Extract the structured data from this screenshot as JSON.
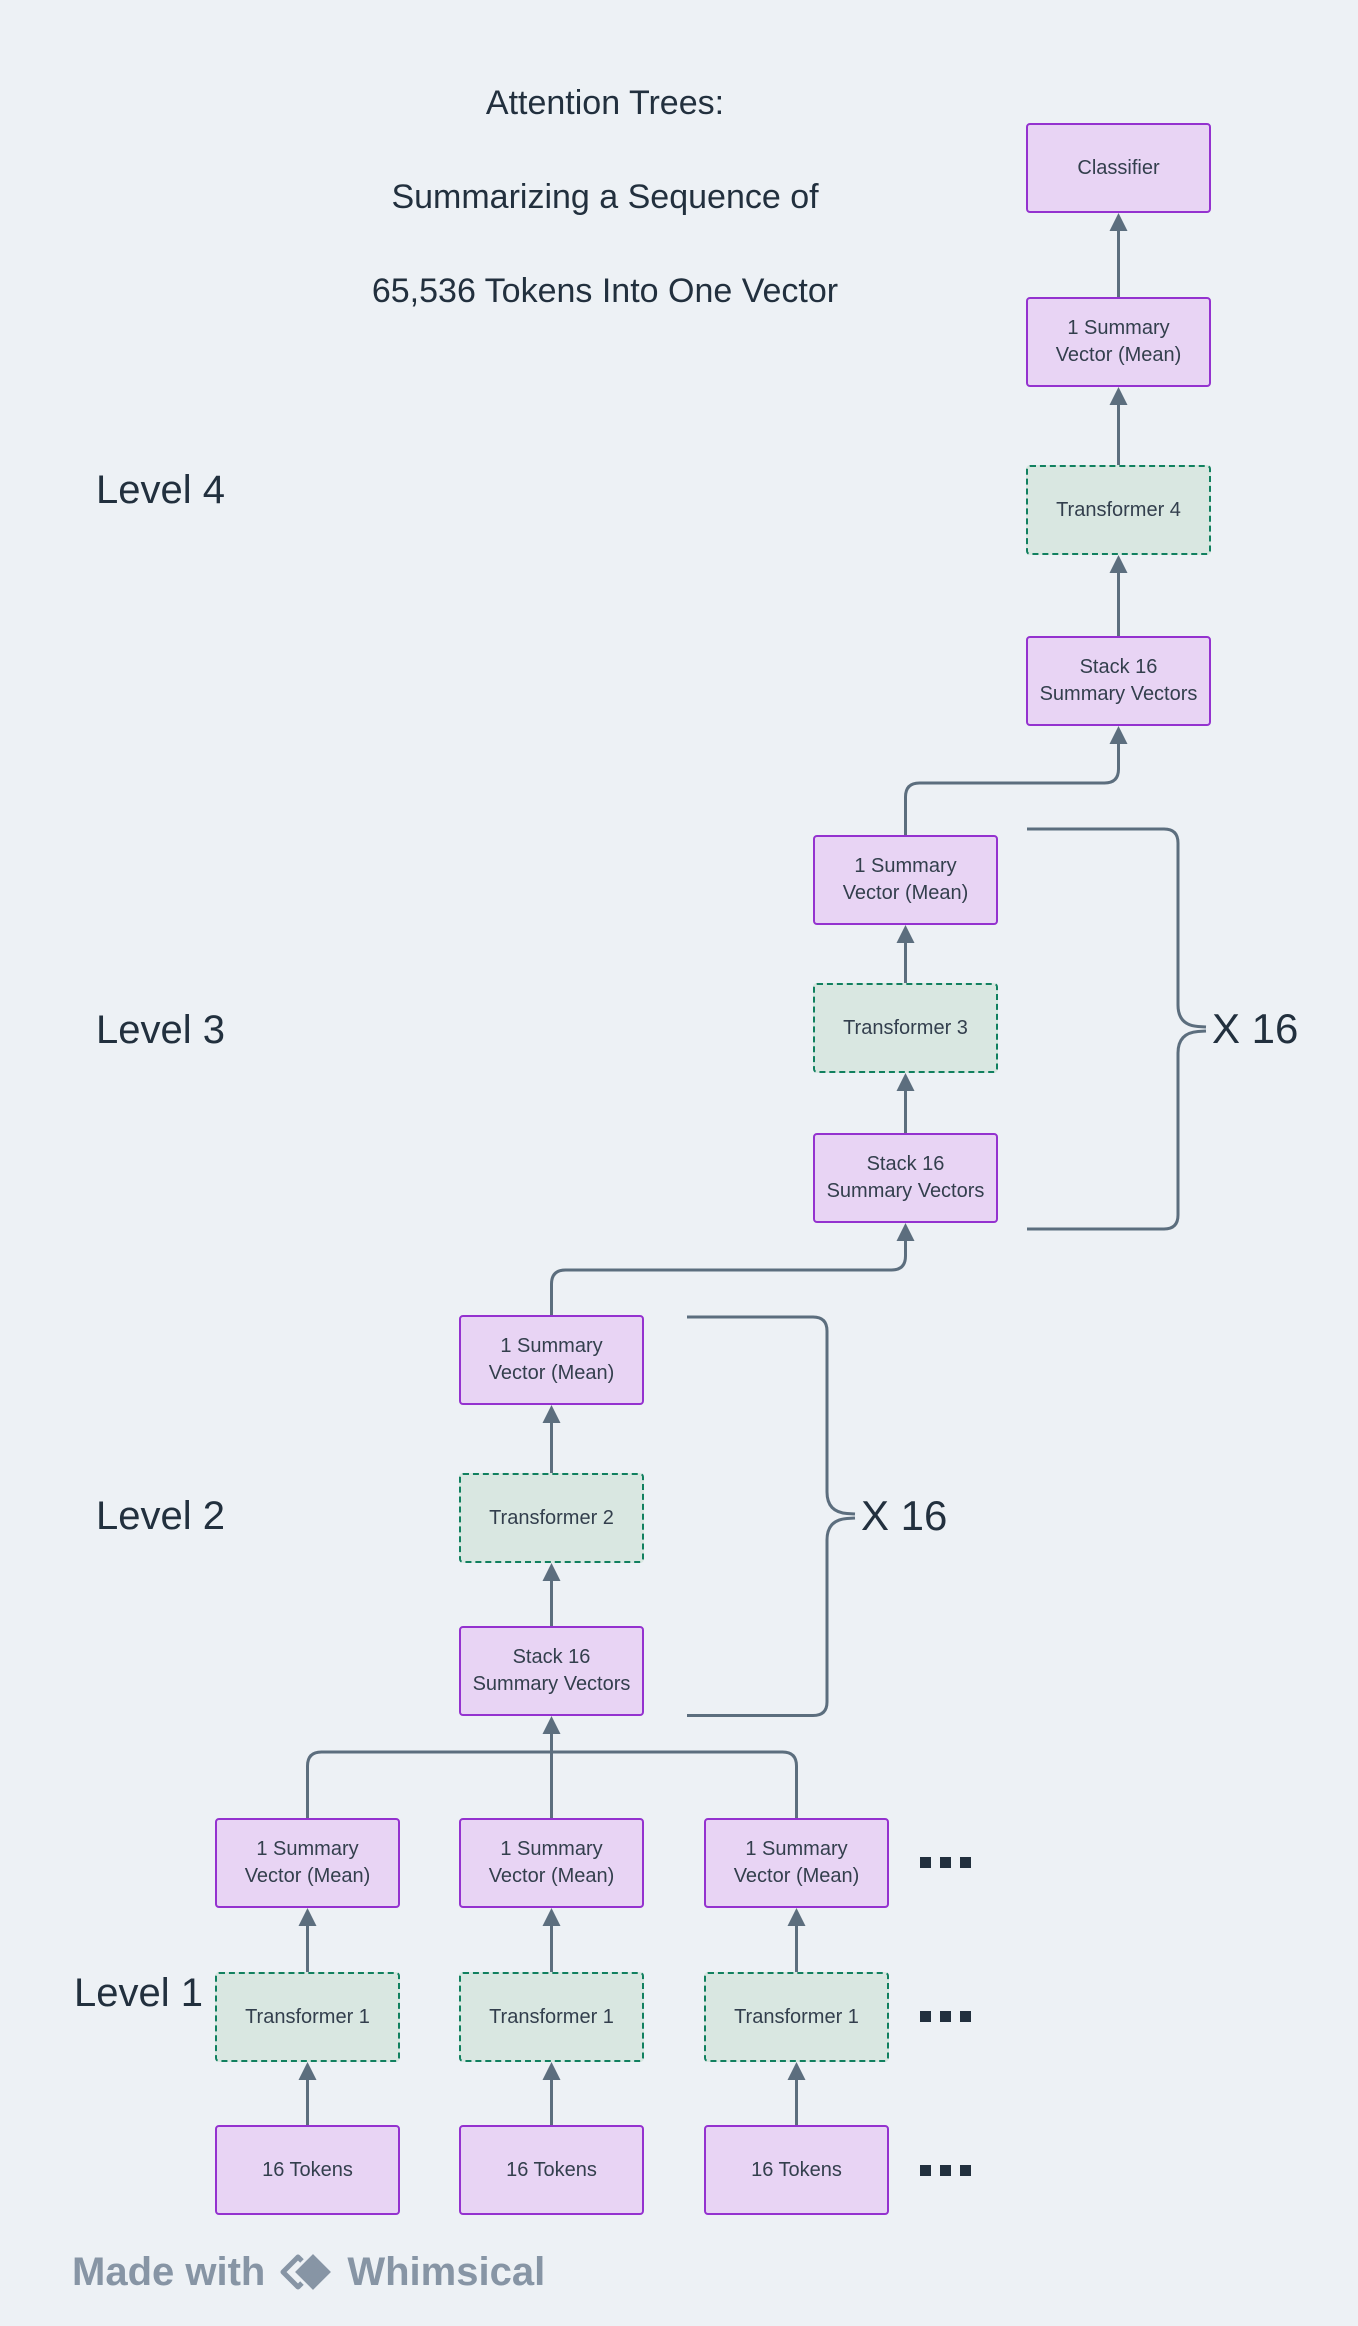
{
  "title": {
    "lines": [
      "Attention Trees:",
      "Summarizing a Sequence of",
      "65,536 Tokens Into One Vector"
    ]
  },
  "labels": {
    "level4": "Level 4",
    "level3": "Level 3",
    "level2": "Level 2",
    "level1": "Level 1",
    "repeat": "X 16",
    "ellipsis": "..."
  },
  "nodes": {
    "classifier": "Classifier",
    "summary_vector": "1 Summary Vector (Mean)",
    "stack_vectors": "Stack 16 Summary Vectors",
    "transformer4": "Transformer 4",
    "transformer3": "Transformer 3",
    "transformer2": "Transformer 2",
    "transformer1": "Transformer 1",
    "tokens": "16 Tokens"
  },
  "footer": {
    "made_with": "Made with",
    "brand": "Whimsical"
  },
  "colors": {
    "background": "#edf1f5",
    "node_purple_fill": "#e8d4f4",
    "node_purple_border": "#9432cf",
    "node_green_fill": "#d9e7e1",
    "node_green_border": "#11805f",
    "connector": "#5c6e7e",
    "text_dark": "#22303e",
    "footer_gray": "#8795a5"
  }
}
